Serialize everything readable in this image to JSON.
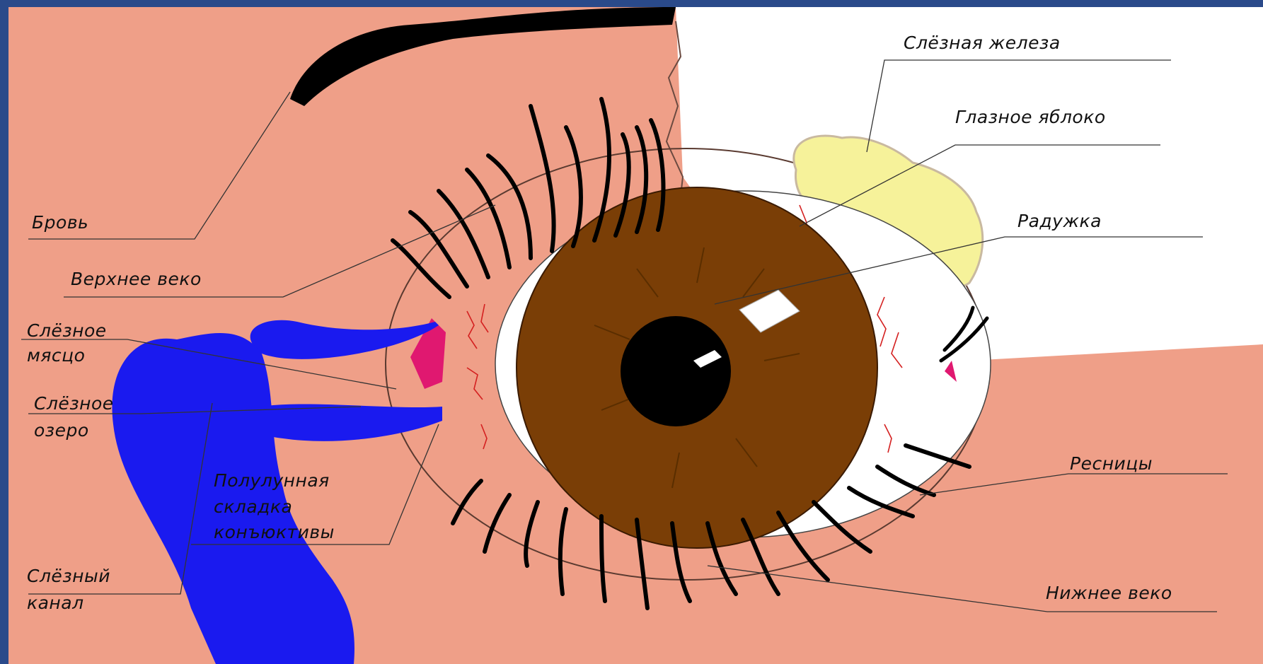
{
  "title": "",
  "colors": {
    "frame": "#2a4a8a",
    "skin": "#ef9f88",
    "background_white": "#ffffff",
    "iris": "#7a3e06",
    "pupil": "#000000",
    "tear_ducts": "#1a1aef",
    "caruncle": "#e01870",
    "lacrimal_gland": "#f6f29a",
    "eyebrow": "#000000"
  },
  "labels": {
    "lacrimal_gland": "Слёзная железа",
    "eyeball": "Глазное яблоко",
    "iris": "Радужка",
    "eyebrow": "Бровь",
    "upper_eyelid": "Верхнее веко",
    "lacrimal_caruncle_1": "Слёзное",
    "lacrimal_caruncle_2": "мясцо",
    "lacrimal_lake_1": "Слёзное",
    "lacrimal_lake_2": "озеро",
    "semilunar_fold_1": "Полулунная",
    "semilunar_fold_2": "складка",
    "semilunar_fold_3": "конъюктивы",
    "lacrimal_canal_1": "Слёзный",
    "lacrimal_canal_2": "канал",
    "eyelashes": "Ресницы",
    "lower_eyelid": "Нижнее веко"
  }
}
